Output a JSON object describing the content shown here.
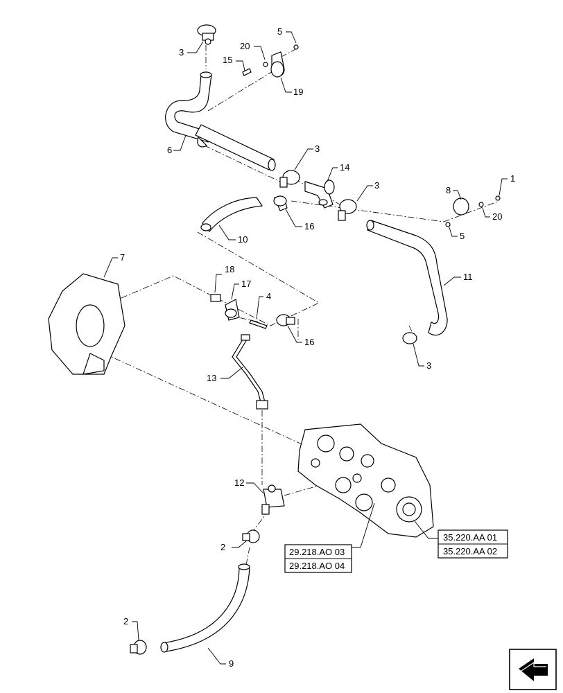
{
  "callouts": {
    "c1": "1",
    "c2a": "2",
    "c2b": "2",
    "c3a": "3",
    "c3b": "3",
    "c3c": "3",
    "c3d": "3",
    "c4": "4",
    "c5a": "5",
    "c5b": "5",
    "c6": "6",
    "c7": "7",
    "c8": "8",
    "c9": "9",
    "c10": "10",
    "c11": "11",
    "c12": "12",
    "c13": "13",
    "c14": "14",
    "c15": "15",
    "c16a": "16",
    "c16b": "16",
    "c17": "17",
    "c18": "18",
    "c19": "19",
    "c20a": "20",
    "c20b": "20"
  },
  "references": {
    "ref_a1": "29.218.AO 03",
    "ref_a2": "29.218.AO 04",
    "ref_b1": "35.220.AA 01",
    "ref_b2": "35.220.AA 02"
  },
  "icons": {
    "nav": "arrow-icon"
  }
}
